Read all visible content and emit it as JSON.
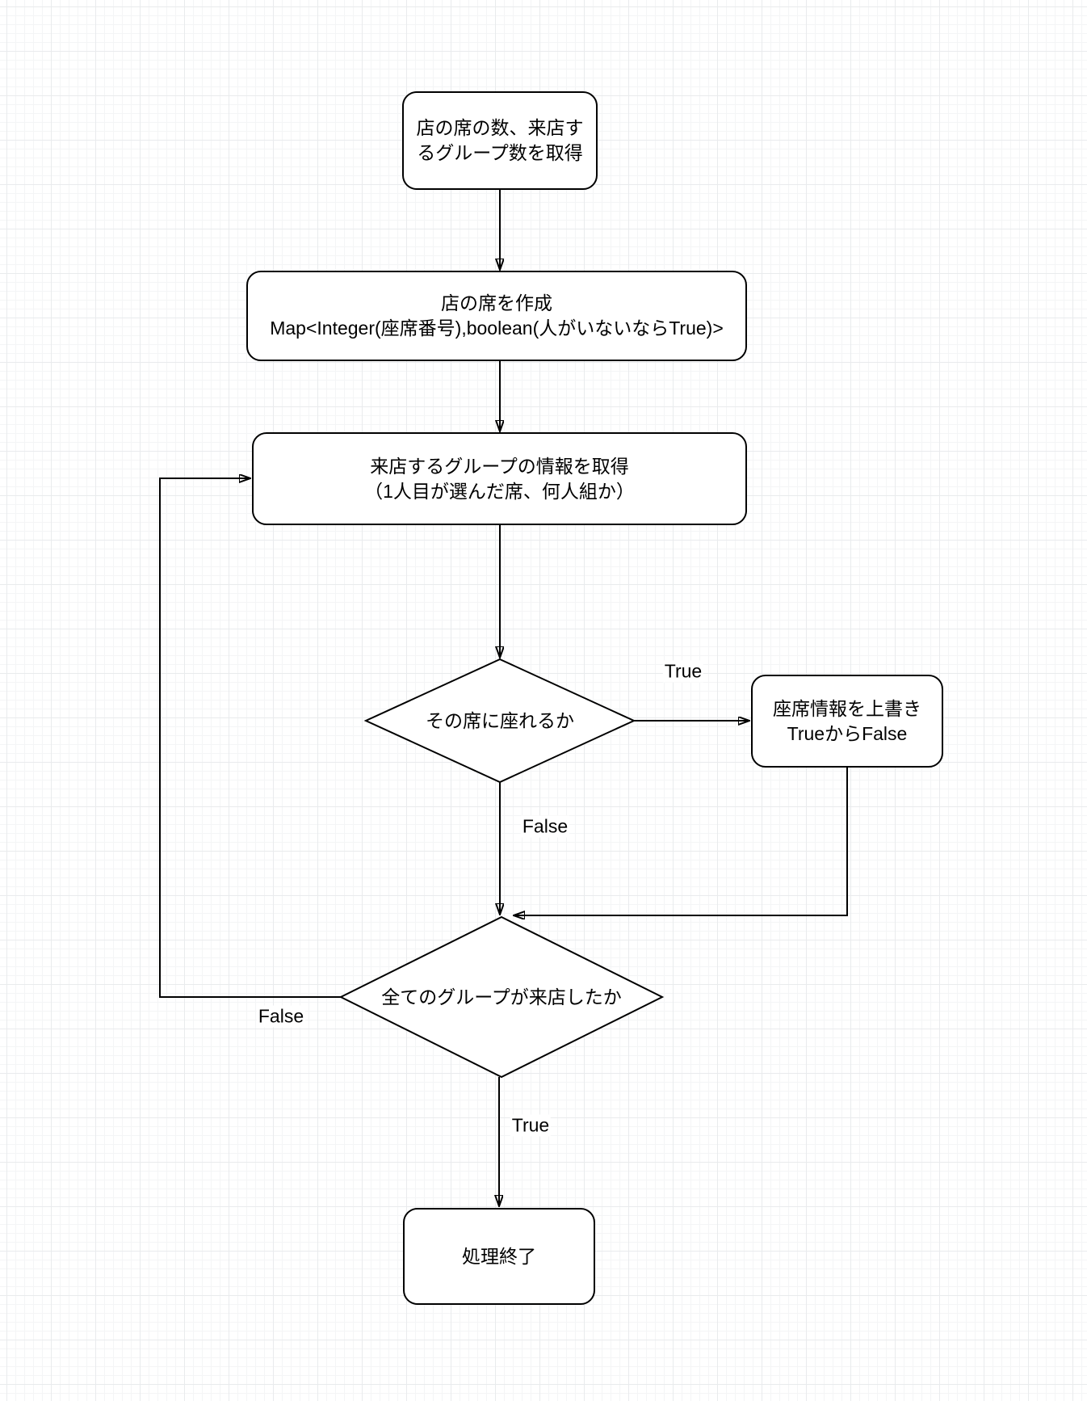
{
  "canvas": {
    "stroke_color": "#000000",
    "node_fill": "#ffffff",
    "grid_minor_color": "#f4f5f6",
    "grid_major_color": "#e9ebed"
  },
  "nodes": {
    "start": {
      "type": "rounded-rect",
      "lines": [
        "店の席の数、来店す",
        "るグループ数を取得"
      ]
    },
    "create_seats": {
      "type": "rounded-rect",
      "lines": [
        "店の席を作成",
        "Map<Integer(座席番号),boolean(人がいないならTrue)>"
      ]
    },
    "get_group": {
      "type": "rounded-rect",
      "lines": [
        "来店するグループの情報を取得",
        "（1人目が選んだ席、何人組か）"
      ]
    },
    "can_sit": {
      "type": "decision-diamond",
      "label": "その席に座れるか"
    },
    "overwrite": {
      "type": "rounded-rect",
      "lines": [
        "座席情報を上書き",
        "TrueからFalse"
      ]
    },
    "all_visited": {
      "type": "decision-diamond",
      "label": "全てのグループが来店したか"
    },
    "end": {
      "type": "rounded-rect",
      "label": "処理終了"
    }
  },
  "edge_labels": {
    "can_sit_true": "True",
    "can_sit_false": "False",
    "all_visited_false": "False",
    "all_visited_true": "True"
  },
  "edges": [
    {
      "from": "start",
      "to": "create_seats",
      "label": ""
    },
    {
      "from": "create_seats",
      "to": "get_group",
      "label": ""
    },
    {
      "from": "get_group",
      "to": "can_sit",
      "label": ""
    },
    {
      "from": "can_sit",
      "to": "overwrite",
      "label": "True"
    },
    {
      "from": "can_sit",
      "to": "all_visited",
      "label": "False"
    },
    {
      "from": "overwrite",
      "to": "all_visited",
      "label": ""
    },
    {
      "from": "all_visited",
      "to": "get_group",
      "label": "False"
    },
    {
      "from": "all_visited",
      "to": "end",
      "label": "True"
    }
  ]
}
